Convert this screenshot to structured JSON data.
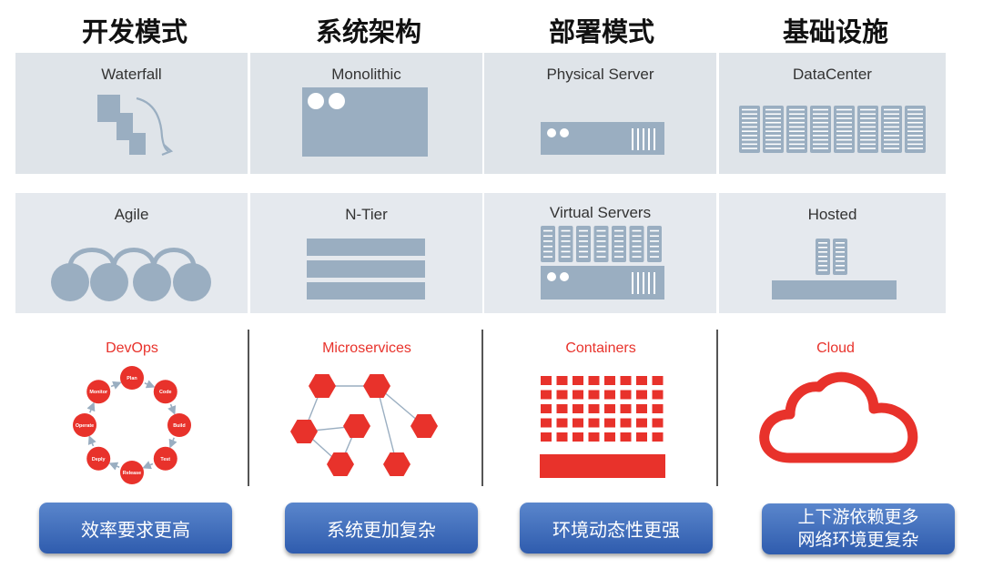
{
  "columns": [
    {
      "header": "开发模式",
      "row1_label": "Waterfall",
      "row2_label": "Agile",
      "row3_label": "DevOps",
      "cycle_steps": [
        "Plan",
        "Code",
        "Build",
        "Test",
        "Release",
        "Deply",
        "Operate",
        "Monitor"
      ],
      "button_lines": [
        "效率要求更高"
      ]
    },
    {
      "header": "系统架构",
      "row1_label": "Monolithic",
      "row2_label": "N-Tier",
      "row3_label": "Microservices",
      "button_lines": [
        "系统更加复杂"
      ]
    },
    {
      "header": "部署模式",
      "row1_label": "Physical Server",
      "row2_label": "Virtual Servers",
      "row3_label": "Containers",
      "button_lines": [
        "环境动态性更强"
      ]
    },
    {
      "header": "基础设施",
      "row1_label": "DataCenter",
      "row2_label": "Hosted",
      "row3_label": "Cloud",
      "button_lines": [
        "上下游依赖更多",
        "网络环境更复杂"
      ]
    }
  ],
  "colors": {
    "panel": "#dfe4e9",
    "icon_gray": "#9aaec1",
    "accent_red": "#e8322b",
    "button_blue": "#3f6fbf"
  },
  "icons": {
    "waterfall": "waterfall-steps-icon",
    "agile": "agile-loops-icon",
    "devops": "devops-cycle-icon",
    "monolithic": "monolith-box-icon",
    "ntier": "layered-tiers-icon",
    "microservices": "hexagon-network-icon",
    "physical_server": "server-rack-icon",
    "virtual_servers": "virtual-servers-icon",
    "containers": "container-grid-icon",
    "datacenter": "datacenter-racks-icon",
    "hosted": "hosted-server-icon",
    "cloud": "cloud-outline-icon"
  }
}
